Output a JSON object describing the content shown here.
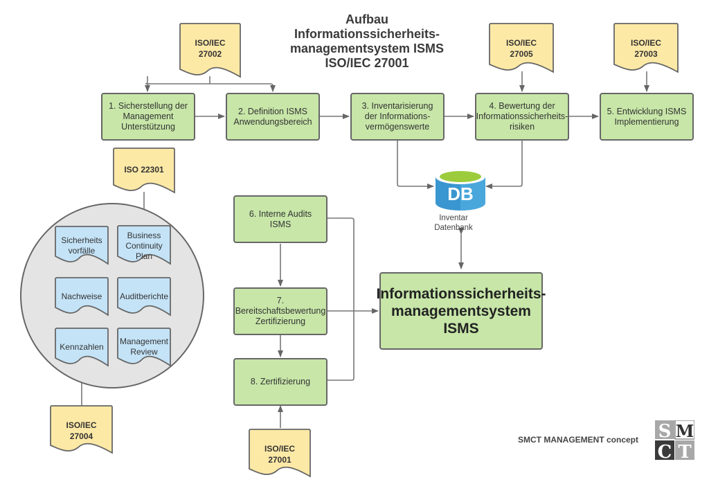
{
  "title": "Aufbau\nInformationssicherheits-\nmanagementsystem ISMS\nISO/IEC 27001",
  "process_steps": [
    {
      "id": "step1",
      "label": "1. Sicherstellung der\nManagement\nUnterstützung"
    },
    {
      "id": "step2",
      "label": "2. Definition ISMS\nAnwendungsbereich"
    },
    {
      "id": "step3",
      "label": "3. Inventarisierung\nder Informations-\nvermögenswerte"
    },
    {
      "id": "step4",
      "label": "4. Bewertung der\nInformationssicherheits-\nrisiken"
    },
    {
      "id": "step5",
      "label": "5. Entwicklung ISMS\nImplementierung"
    },
    {
      "id": "step6",
      "label": "6. Interne Audits\nISMS"
    },
    {
      "id": "step7",
      "label": "7.\nBereitschaftsbewertung\nZertifizierung"
    },
    {
      "id": "step8",
      "label": "8. Zertifizierung"
    }
  ],
  "isms_box": {
    "label": "Informationssicherheits-\nmanagementsystem\nISMS"
  },
  "standards": [
    {
      "id": "iso27002",
      "label": "ISO/IEC\n27002"
    },
    {
      "id": "iso27005",
      "label": "ISO/IEC\n27005"
    },
    {
      "id": "iso27003",
      "label": "ISO/IEC\n27003"
    },
    {
      "id": "iso22301",
      "label": "ISO 22301"
    },
    {
      "id": "iso27004",
      "label": "ISO/IEC\n27004"
    },
    {
      "id": "iso27001",
      "label": "ISO/IEC\n27001"
    }
  ],
  "documents": [
    {
      "label": "Sicherheits\nvorfälle"
    },
    {
      "label": "Business\nContinuity\nPlan"
    },
    {
      "label": "Nachweise"
    },
    {
      "label": "Auditberichte"
    },
    {
      "label": "Kennzahlen"
    },
    {
      "label": "Management\nReview"
    }
  ],
  "database": {
    "icon_text": "DB",
    "label": "Inventar\nDatenbank"
  },
  "brand": {
    "text": "SMCT MANAGEMENT concept",
    "logo_letters": [
      "S",
      "M",
      "C",
      "T"
    ]
  },
  "colors": {
    "process_fill": "#c7e6a8",
    "standard_fill": "#fde9a6",
    "document_fill": "#c4e3f7",
    "circle_fill": "#e4e4e4",
    "db_blue": "#3a96d0",
    "db_top": "#9ccc3c",
    "stroke": "#666666"
  }
}
